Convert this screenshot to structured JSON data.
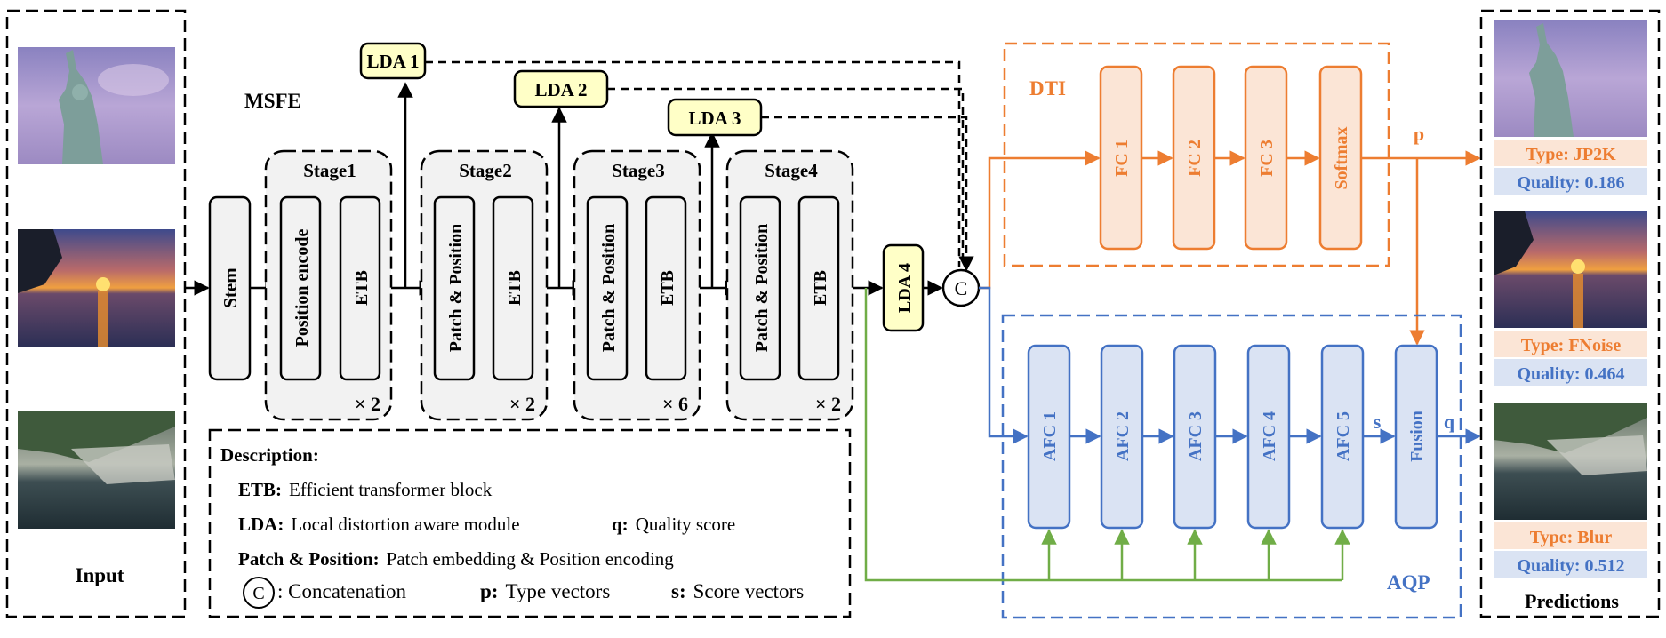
{
  "input": {
    "label": "Input"
  },
  "msfe": {
    "label": "MSFE"
  },
  "stem": "Stem",
  "stages": [
    {
      "title": "Stage1",
      "blocks": [
        "Position encode",
        "ETB"
      ],
      "repeat": "× 2"
    },
    {
      "title": "Stage2",
      "blocks": [
        "Patch & Position",
        "ETB"
      ],
      "repeat": "× 2"
    },
    {
      "title": "Stage3",
      "blocks": [
        "Patch & Position",
        "ETB"
      ],
      "repeat": "× 6"
    },
    {
      "title": "Stage4",
      "blocks": [
        "Patch & Position",
        "ETB"
      ],
      "repeat": "× 2"
    }
  ],
  "lda": [
    "LDA 1",
    "LDA 2",
    "LDA 3",
    "LDA 4"
  ],
  "concat_symbol": "C",
  "dti": {
    "label": "DTI",
    "blocks": [
      "FC 1",
      "FC 2",
      "FC 3",
      "Softmax"
    ],
    "output": "p"
  },
  "aqp": {
    "label": "AQP",
    "blocks": [
      "AFC 1",
      "AFC 2",
      "AFC 3",
      "AFC 4",
      "AFC 5"
    ],
    "fusion": "Fusion",
    "s_label": "s",
    "q_label": "q"
  },
  "description": {
    "title": "Description:",
    "etb_key": "ETB:",
    "etb_val": "Efficient transformer block",
    "lda_key": "LDA:",
    "lda_val": "Local distortion aware module",
    "q_key": "q:",
    "q_val": "Quality score",
    "pp_key": "Patch & Position:",
    "pp_val": "Patch embedding & Position encoding",
    "c_symbol": "C",
    "c_val": ": Concatenation",
    "p_key": "p:",
    "p_val": "Type vectors",
    "s_key": "s:",
    "s_val": "Score vectors"
  },
  "predictions": {
    "label": "Predictions",
    "items": [
      {
        "type": "Type: JP2K",
        "quality": "Quality:  0.186"
      },
      {
        "type": "Type: FNoise",
        "quality": "Quality:  0.464"
      },
      {
        "type": "Type: Blur",
        "quality": "Quality:  0.512"
      }
    ]
  },
  "colors": {
    "orange": "#ED7D31",
    "blue": "#4472C4",
    "green": "#70AD47",
    "lda_fill": "#FFFFC7",
    "gray_fill": "#F2F2F2",
    "orange_fill": "#FBE5D6",
    "blue_fill": "#DAE3F3"
  }
}
